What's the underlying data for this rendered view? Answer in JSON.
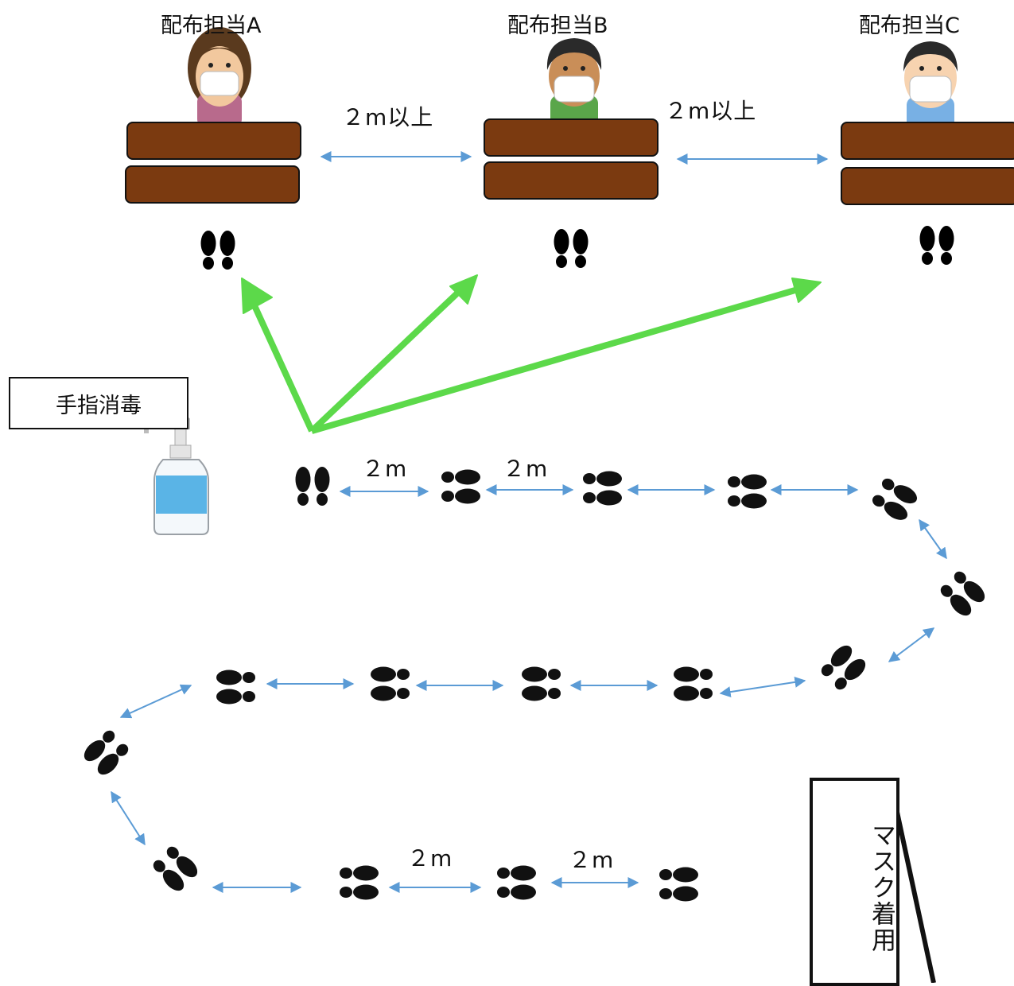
{
  "staff": [
    {
      "label": "配布担当A",
      "shirt": "#b86a8c",
      "hair": "#5a3a1e",
      "skin": "#f2c89e"
    },
    {
      "label": "配布担当B",
      "shirt": "#5aa64a",
      "hair": "#2a2a2a",
      "skin": "#c98e58"
    },
    {
      "label": "配布担当C",
      "shirt": "#78b0e4",
      "hair": "#2a2a2a",
      "skin": "#f7d3b0"
    }
  ],
  "table_spacing_labels": [
    "２m以上",
    "２m以上"
  ],
  "queue_spacing_labels": [
    "２m",
    "２m",
    "２m",
    "２m"
  ],
  "sanitizer_label": "手指消毒",
  "mask_sign_label": "マスク着用",
  "colors": {
    "table": "#7b3a10",
    "guide_arrow": "#5cd94a",
    "spacing_arrow": "#5b9bd5",
    "footprint": "#111111",
    "sanitizer_liquid": "#5ab4e6"
  },
  "icons": [
    "person-icon",
    "mask-icon",
    "footprint-icon",
    "sanitizer-bottle-icon"
  ]
}
